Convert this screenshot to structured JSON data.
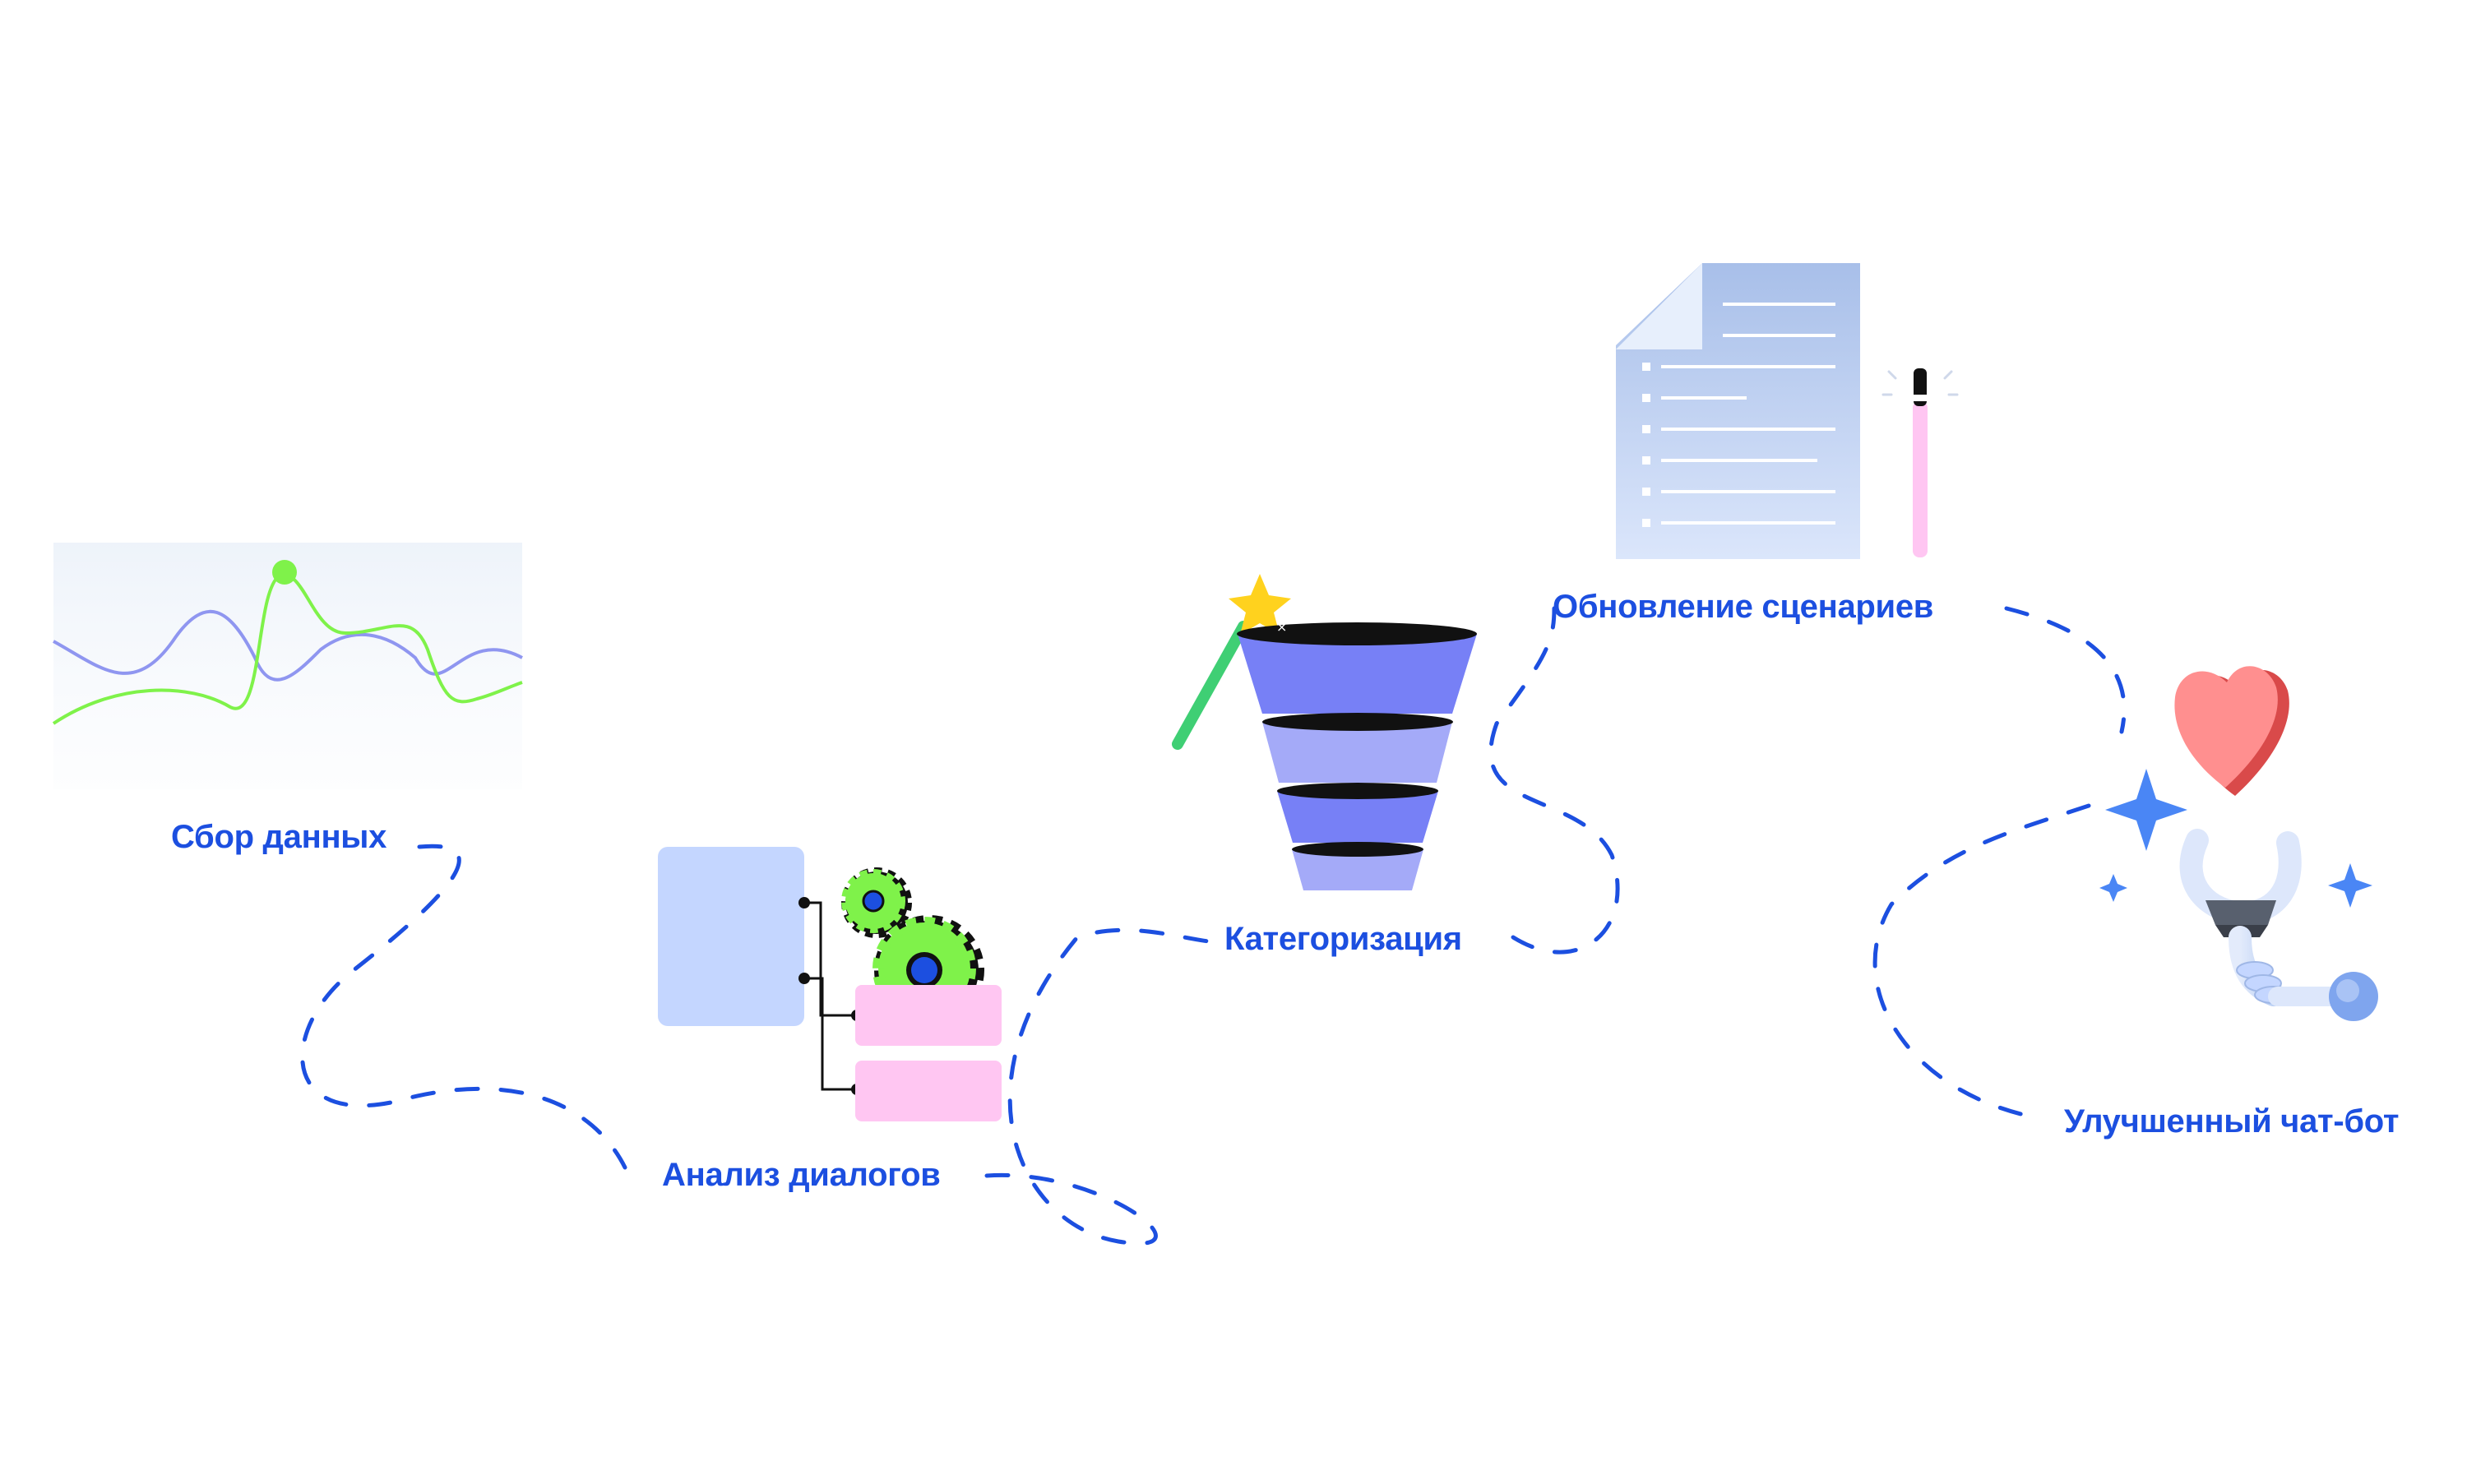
{
  "steps": [
    {
      "id": "collect",
      "label": "Сбор данных"
    },
    {
      "id": "analyze",
      "label": "Анализ диалогов"
    },
    {
      "id": "categorize",
      "label": "Категоризация"
    },
    {
      "id": "update",
      "label": "Обновление сценариев"
    },
    {
      "id": "improve",
      "label": "Улучшенный чат-бот"
    }
  ],
  "colors": {
    "label": "#1c4fe0",
    "path": "#1c4fe0",
    "green": "#7ff24a",
    "lavender": "#8f96f0",
    "pink": "#ffc6f2",
    "lightblue": "#c4d6ff",
    "funnel": "#7780f6",
    "star": "#4a86f5",
    "heart": "#f25c5c"
  },
  "icons": {
    "collect": "line-chart-icon",
    "analyze": "database-gears-icon",
    "categorize": "funnel-wand-icon",
    "update": "document-pen-icon",
    "improve": "robot-arm-heart-icon"
  }
}
